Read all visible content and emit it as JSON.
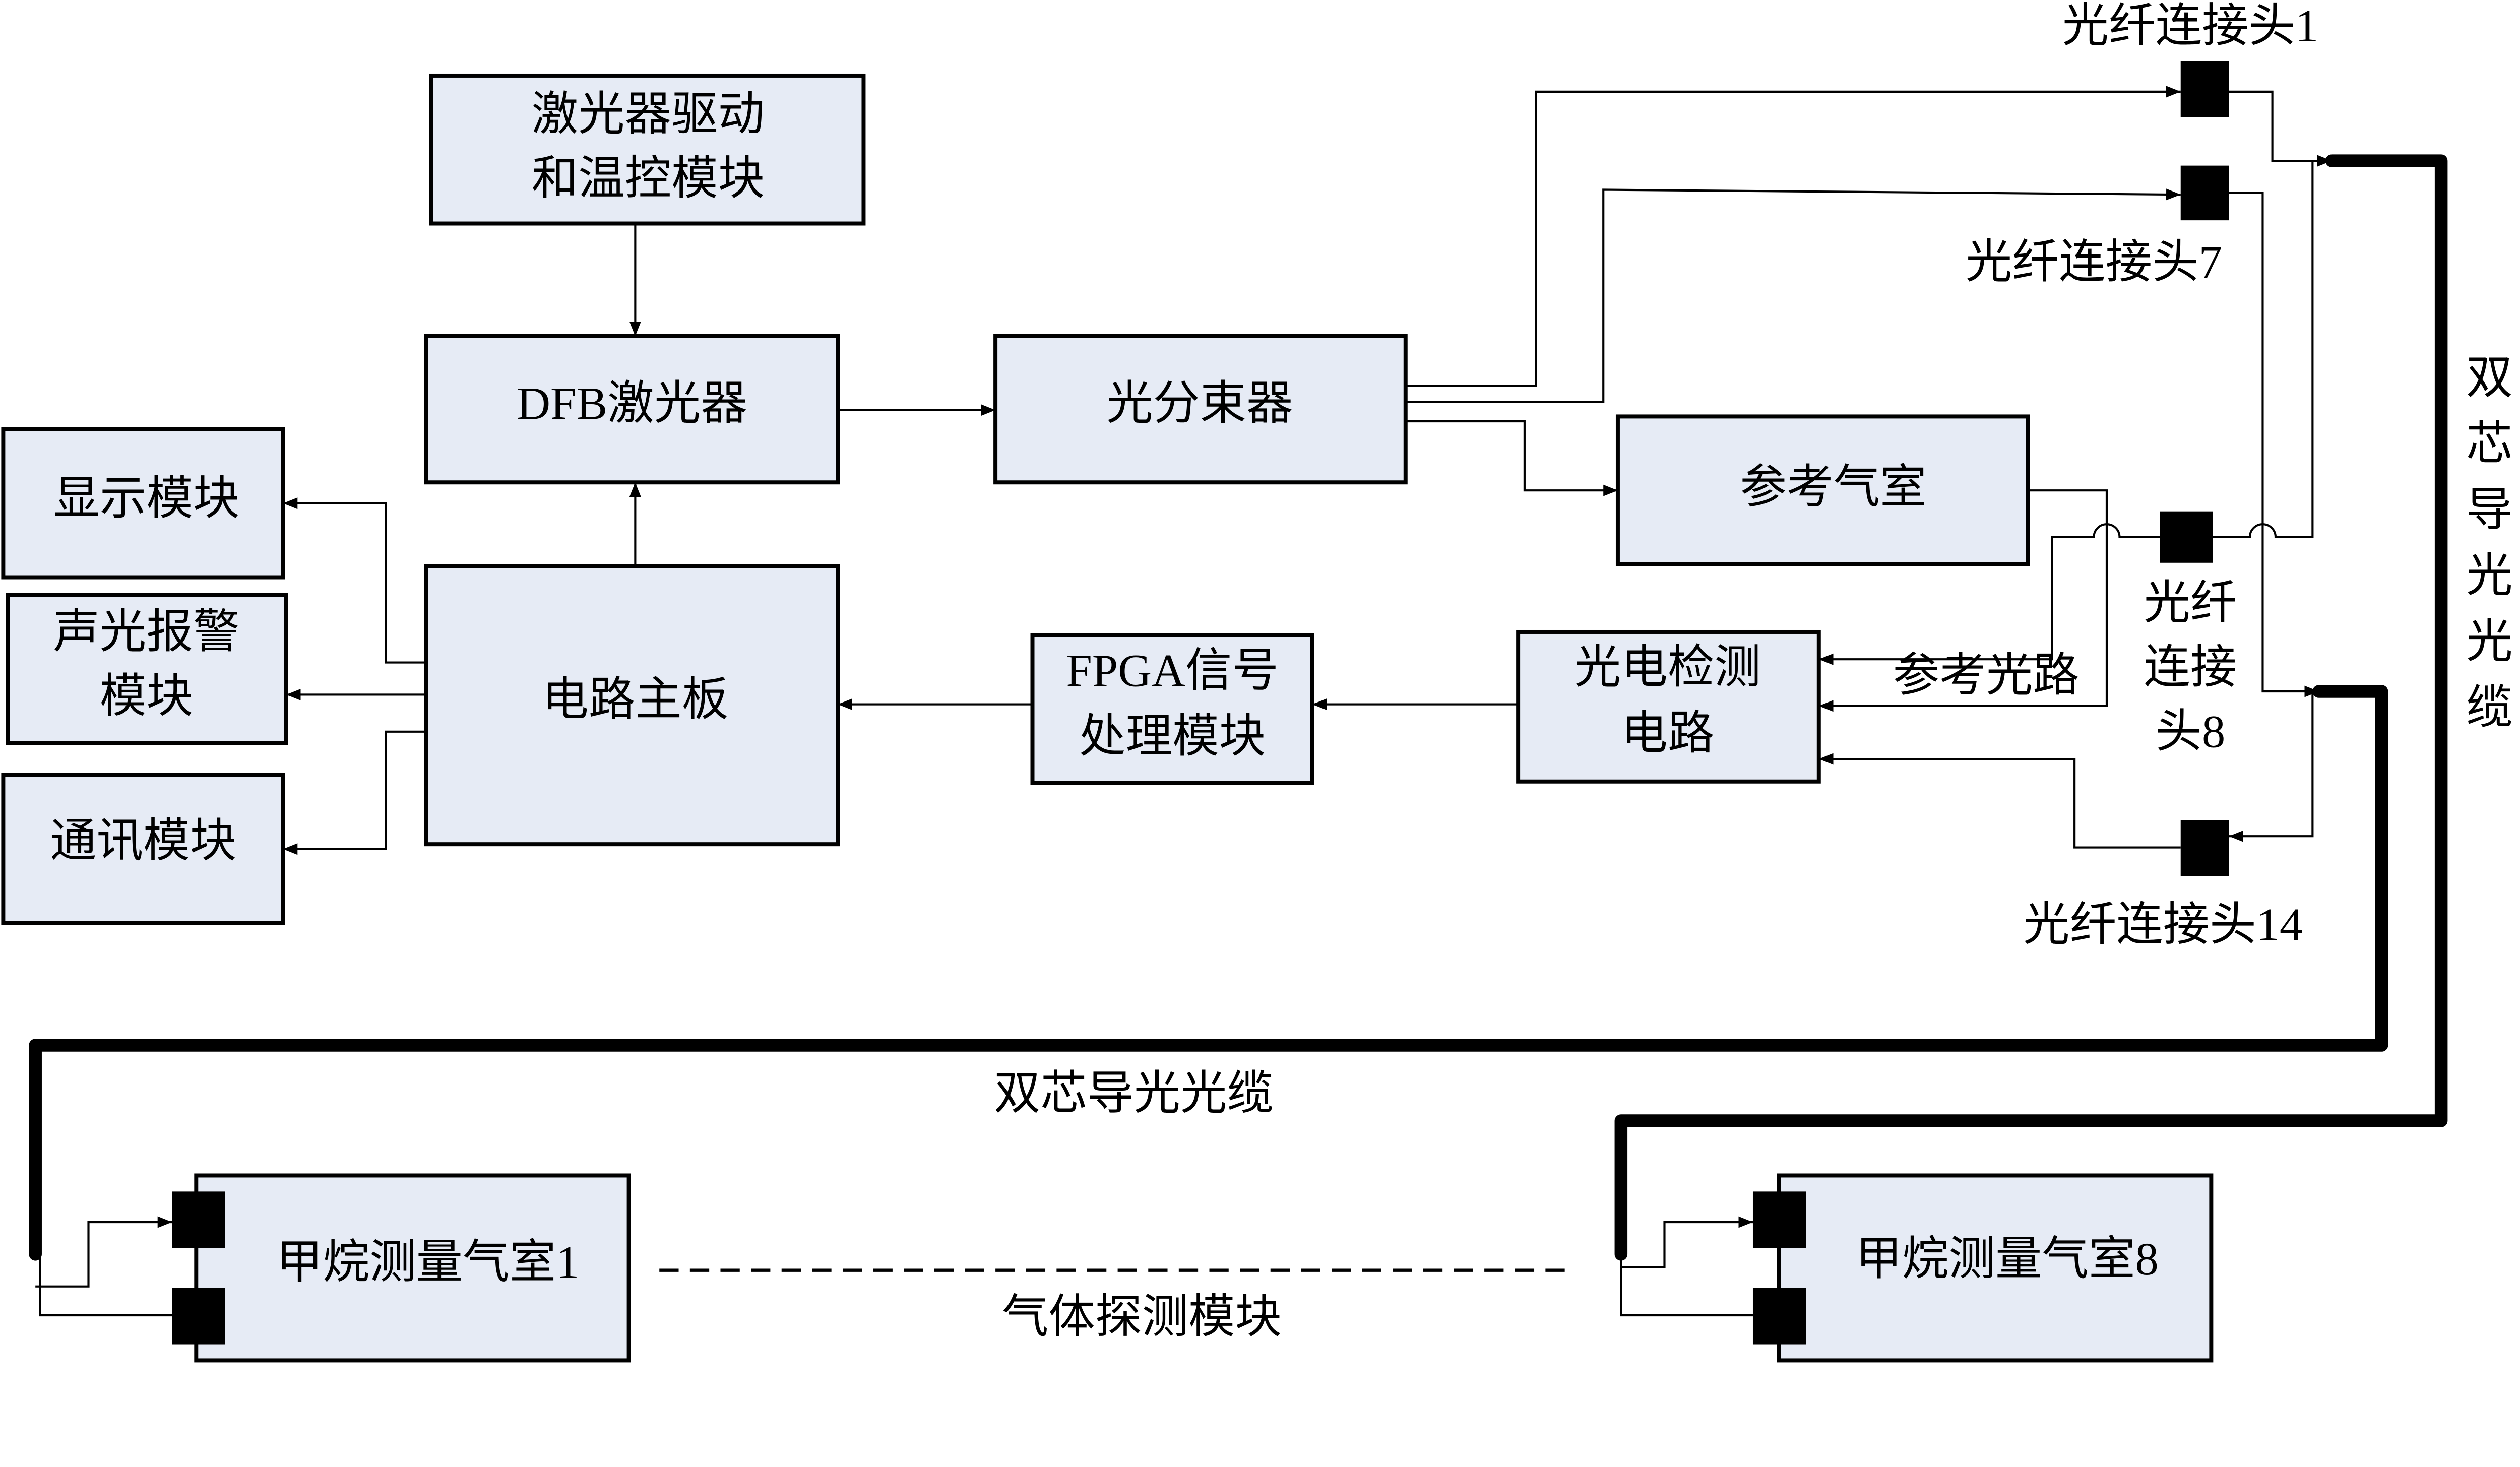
{
  "blocks": {
    "laser_driver": [
      "激光器驱动",
      "和温控模块"
    ],
    "dfb_laser": "DFB激光器",
    "beam_splitter": "光分束器",
    "reference_cell": "参考气室",
    "main_board": "电路主板",
    "fpga": [
      "FPGA信号",
      "处理模块"
    ],
    "photodetector": [
      "光电检测",
      "电路"
    ],
    "display": "显示模块",
    "alarm": [
      "声光报警",
      "模块"
    ],
    "comm": "通讯模块",
    "gas_cell_1": "甲烷测量气室1",
    "gas_cell_8": "甲烷测量气室8"
  },
  "labels": {
    "connector_1": "光纤连接头1",
    "connector_7": "光纤连接头7",
    "connector_8": [
      "光纤",
      "连接",
      "头8"
    ],
    "connector_14": "光纤连接头14",
    "reference_path": "参考光路",
    "cable_vertical": [
      "双",
      "芯",
      "导",
      "光",
      "光",
      "缆"
    ],
    "cable_horizontal": "双芯导光光缆",
    "gas_module": "气体探测模块"
  },
  "colors": {
    "block_fill": "#e6ebf5",
    "line": "#000000"
  }
}
